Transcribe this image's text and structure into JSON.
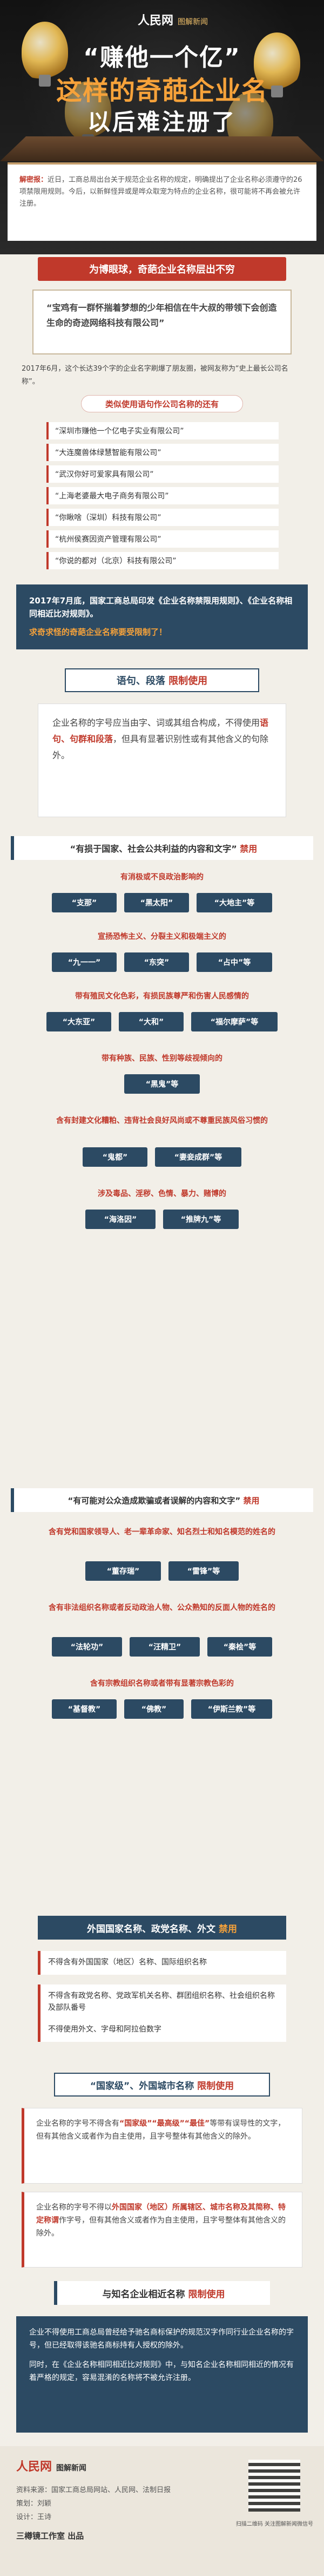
{
  "header": {
    "logo": "人民网",
    "logo_sub": "图解新闻",
    "title_line1": "“赚他一个亿”",
    "title_line2": "这样的奇葩企业名",
    "title_line3": "以后难注册了"
  },
  "intro": {
    "lead": "解密报：",
    "text": "近日，工商总局出台关于规范企业名称的规定，明确提出了企业名称必须遵守的26项禁限用规则。今后，以新鲜怪异或是哗众取宠为特点的企业名称，很可能将不再会被允许注册。"
  },
  "section1": {
    "title": "为博眼球，奇葩企业名称层出不穷",
    "quote": "“宝鸡有一群怀揣着梦想的少年相信在牛大叔的带领下会创造生命的奇迹网络科技有限公司”",
    "desc": "2017年6月，这个长达39个字的企业名字刷爆了朋友圈，被网友称为“史上最长公司名称”。",
    "list_title": "类似使用语句作公司名称的还有",
    "list": [
      "“深圳市赚他一个亿电子实业有限公司”",
      "“大连魔兽体绿慧智能有限公司”",
      "“武汉你好可爱家具有限公司”",
      "“上海老婆最大电子商务有限公司”",
      "“你瞅啥（深圳）科技有限公司”",
      "“杭州侯赛因资产管理有限公司”",
      "“你说的都对（北京）科技有限公司”"
    ]
  },
  "notice": {
    "text1": "2017年7月底，国家工商总局印发《企业名称禁限用规则》、《企业名称相同相近比对规则》。",
    "text2": "求奇求怪的奇葩企业名称要受限制了！"
  },
  "section2": {
    "title": "语句、段落",
    "title_red": "限制使用",
    "body_pre": "企业名称的字号应当由字、词或其组合构成，不得使用",
    "body_red": "语句、句群和段落",
    "body_post": "，但具有显著识别性或有其他含义的句除外。"
  },
  "section3": {
    "title": "“有损于国家、社会公共利益的内容和文字”",
    "title_red": "禁用",
    "sub1": "有消极或不良政治影响的",
    "chips1": [
      "“支那”",
      "“黑太阳”",
      "“大地主”等"
    ],
    "sub2": "宣扬恐怖主义、分裂主义和极端主义的",
    "chips2": [
      "“九一一”",
      "“东突”",
      "“占中”等"
    ],
    "sub3": "带有殖民文化色彩，有损民族尊严和伤害人民感情的",
    "chips3": [
      "“大东亚”",
      "“大和”",
      "“福尔摩萨”等"
    ],
    "sub4": "带有种族、民族、性别等歧视倾向的",
    "chips4": [
      "“黑鬼”等"
    ],
    "sub5": "含有封建文化糟粕、违背社会良好风尚或不尊重民族风俗习惯的",
    "chips5": [
      "“鬼都”",
      "“妻妾成群”等"
    ],
    "sub6": "涉及毒品、淫秽、色情、暴力、赌博的",
    "chips6": [
      "“海洛因”",
      "“推牌九”等"
    ]
  },
  "section4": {
    "title": "“有可能对公众造成欺骗或者误解的内容和文字”",
    "title_red": "禁用",
    "sub1": "含有党和国家领导人、老一辈革命家、知名烈士和知名模范的姓名的",
    "chips1": [
      "“董存瑞”",
      "“雷锋”等"
    ],
    "sub2": "含有非法组织名称或者反动政治人物、公众熟知的反面人物的姓名的",
    "chips2": [
      "“法轮功”",
      "“汪精卫”",
      "“秦桧”等"
    ],
    "sub3": "含有宗教组织名称或者带有显著宗教色彩的",
    "chips3": [
      "“基督教”",
      "“佛教”",
      "“伊斯兰教”等"
    ]
  },
  "section5": {
    "title": "外国国家名称、政党名称、外文",
    "title_red": "禁用",
    "items": [
      "不得含有外国国家（地区）名称、国际组织名称",
      "不得含有政党名称、党政军机关名称、群团组织名称、社会组织名称及部队番号",
      "不得使用外文、字母和阿拉伯数字"
    ]
  },
  "section6": {
    "title": "“国家级”、外国城市名称",
    "title_red": "限制使用",
    "p1_pre": "企业名称的字号不得含有",
    "p1_red": "“国家级”“最高级”“最佳”",
    "p1_post": "等带有误导性的文字，但有其他含义或者作为自主使用，且字号整体有其他含义的除外。",
    "p2_pre": "企业名称的字号不得以",
    "p2_red": "外国国家（地区）所属辖区、城市名称及其简称、特定称谓",
    "p2_post": "作字号，但有其他含义或者作为自主使用，且字号整体有其他含义的除外。"
  },
  "section7": {
    "title": "与知名企业相近名称",
    "title_red": "限制使用",
    "p1": "企业不得使用工商总局曾经给予驰名商标保护的规范汉字作同行业企业名称的字号，但已经取得该驰名商标持有人授权的除外。",
    "p2": "同时，在《企业名称相同相近比对规则》中，与知名企业名称相同相近的情况有着严格的规定，容易混淆的名称将不被允许注册。"
  },
  "footer": {
    "logo": "人民网",
    "logo_sub": "图解新闻",
    "source": "资料来源：国家工商总局网站、人民网、法制日报",
    "planner": "策划：刘颖",
    "designer": "设计：王诗",
    "studio": "三樽镜工作室 出品",
    "qr_label": "扫描二维码 关注图解新闻微信号"
  },
  "colors": {
    "accent": "#c0392b",
    "navy": "#2c4a63",
    "gold": "#f6a23a"
  }
}
